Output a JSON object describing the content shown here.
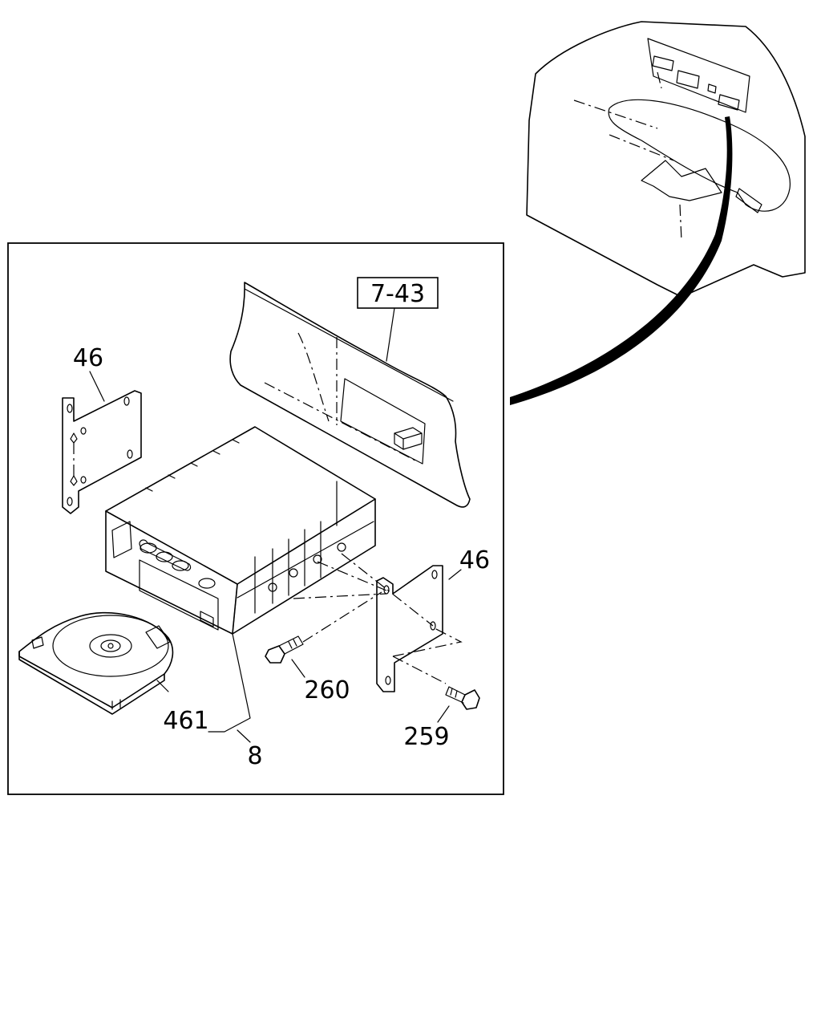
{
  "callouts": {
    "ref_box": "7-43",
    "bracket_left": "46",
    "bracket_right": "46",
    "bolt_a": "260",
    "bolt_b": "259",
    "disc_tray": "461",
    "assembly": "8"
  }
}
